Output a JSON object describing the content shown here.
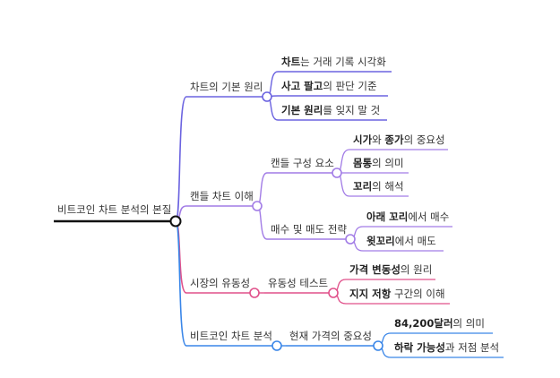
{
  "root": {
    "label": "비트코인 차트 분석의 본질"
  },
  "colors": {
    "root": "#111111",
    "branch1": "#6b63e0",
    "branch2": "#a27ce6",
    "branch3": "#e0508a",
    "branch4": "#3a86e8"
  },
  "branches": [
    {
      "label": "차트의 기본 원리",
      "color": "#6b63e0",
      "children": [
        {
          "parts": [
            {
              "t": "차트",
              "b": true
            },
            {
              "t": "는 거래 기록 시각화",
              "b": false
            }
          ]
        },
        {
          "parts": [
            {
              "t": "사고 팔고",
              "b": true
            },
            {
              "t": "의 판단 기준",
              "b": false
            }
          ]
        },
        {
          "parts": [
            {
              "t": "기본 원리",
              "b": true
            },
            {
              "t": "를 잊지 말 것",
              "b": false
            }
          ]
        }
      ]
    },
    {
      "label": "캔들 차트 이해",
      "color": "#a27ce6",
      "children": [
        {
          "label": "캔들 구성 요소",
          "children": [
            {
              "parts": [
                {
                  "t": "시가",
                  "b": true
                },
                {
                  "t": "와 ",
                  "b": false
                },
                {
                  "t": "종가",
                  "b": true
                },
                {
                  "t": "의 중요성",
                  "b": false
                }
              ]
            },
            {
              "parts": [
                {
                  "t": "몸통",
                  "b": true
                },
                {
                  "t": "의 의미",
                  "b": false
                }
              ]
            },
            {
              "parts": [
                {
                  "t": "꼬리",
                  "b": true
                },
                {
                  "t": "의 해석",
                  "b": false
                }
              ]
            }
          ]
        },
        {
          "label": "매수 및 매도 전략",
          "children": [
            {
              "parts": [
                {
                  "t": "아래 꼬리",
                  "b": true
                },
                {
                  "t": "에서 매수",
                  "b": false
                }
              ]
            },
            {
              "parts": [
                {
                  "t": "윗꼬리",
                  "b": true
                },
                {
                  "t": "에서 매도",
                  "b": false
                }
              ]
            }
          ]
        }
      ]
    },
    {
      "label": "시장의 유동성",
      "color": "#e0508a",
      "children": [
        {
          "label": "유동성 테스트",
          "children": [
            {
              "parts": [
                {
                  "t": "가격 변동성",
                  "b": true
                },
                {
                  "t": "의 원리",
                  "b": false
                }
              ]
            },
            {
              "parts": [
                {
                  "t": "지지 저항",
                  "b": true
                },
                {
                  "t": " 구간의 이해",
                  "b": false
                }
              ]
            }
          ]
        }
      ]
    },
    {
      "label": "비트코인 차트 분석",
      "color": "#3a86e8",
      "children": [
        {
          "label": "현재 가격의 중요성",
          "children": [
            {
              "parts": [
                {
                  "t": "84,200달러",
                  "b": true
                },
                {
                  "t": "의 의미",
                  "b": false
                }
              ]
            },
            {
              "parts": [
                {
                  "t": "하락 가능성",
                  "b": true
                },
                {
                  "t": "과 저점 분석",
                  "b": false
                }
              ]
            }
          ]
        }
      ]
    }
  ]
}
